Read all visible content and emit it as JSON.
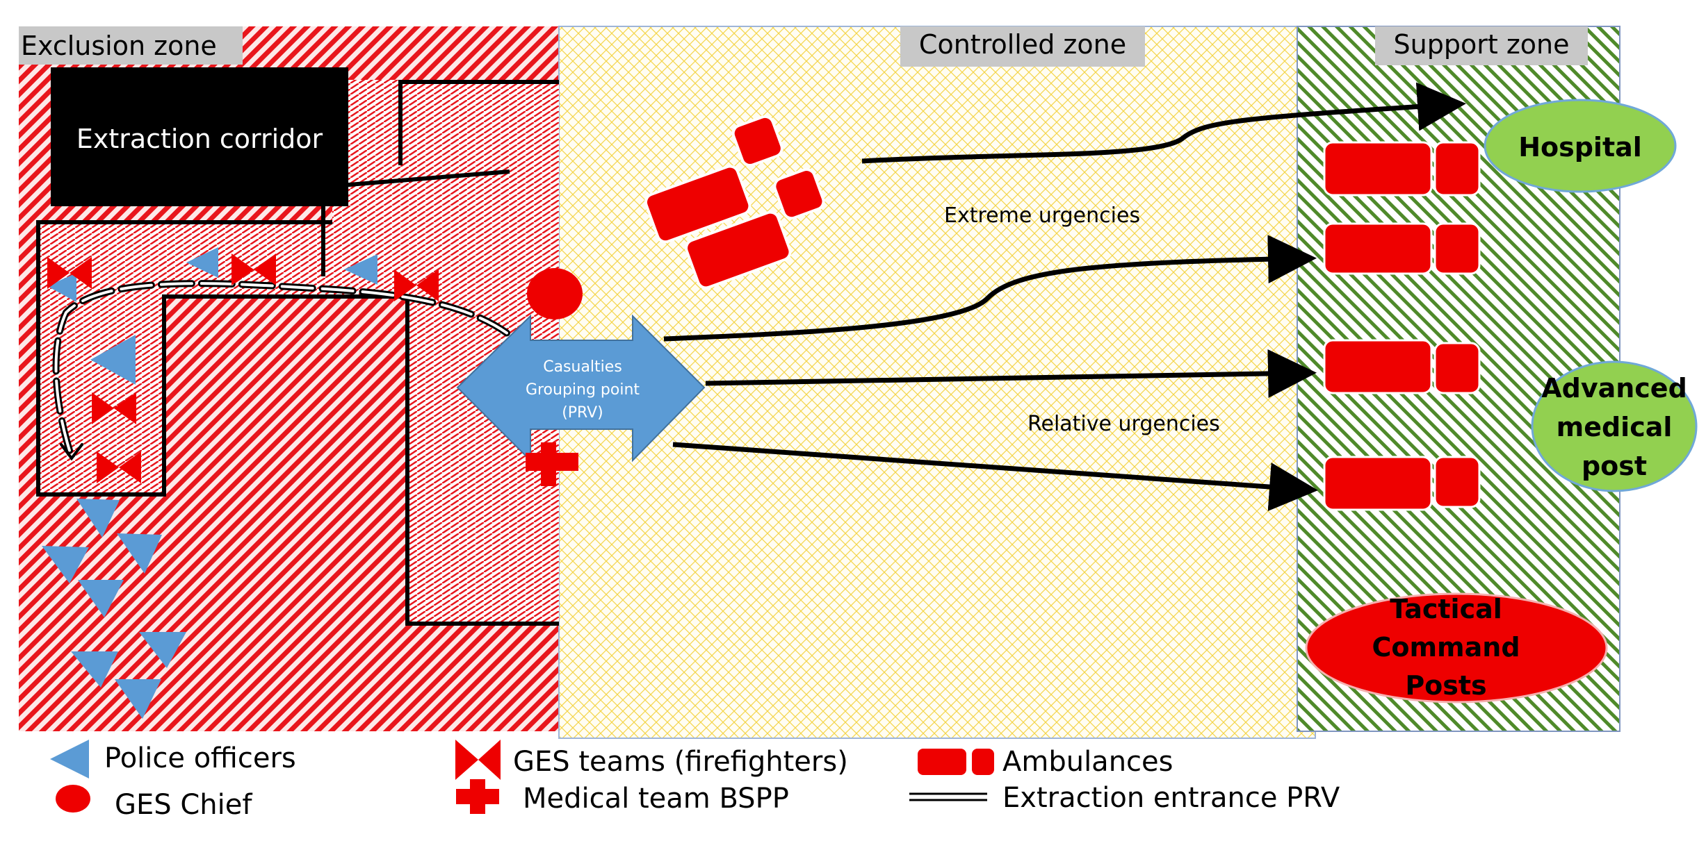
{
  "zones": {
    "exclusion": "Exclusion zone",
    "controlled": "Controlled zone",
    "support": "Support zone"
  },
  "extraction_corridor": "Extraction corridor",
  "grouping_point": {
    "line1": "Casualties",
    "line2": "Grouping point",
    "line3": "(PRV)"
  },
  "flows": {
    "extreme": "Extreme urgencies",
    "relative": "Relative urgencies"
  },
  "destinations": {
    "hospital": "Hospital",
    "amp": [
      "Advanced",
      "medical",
      "post"
    ],
    "tcp": [
      "Tactical",
      "Command",
      "Posts"
    ]
  },
  "legend": {
    "police": "Police officers",
    "ges_chief": "GES Chief",
    "ges_teams": "GES teams (firefighters)",
    "medical": "Medical team BSPP",
    "ambulances": "Ambulances",
    "extraction": "Extraction entrance PRV"
  },
  "colors": {
    "exclusion": "#e8161c",
    "controlled": "#f4d54a",
    "support": "#4f8a2a",
    "police": "#5b9bd5",
    "ges": "#ee0000",
    "destination_green": "#92d050",
    "label_bg": "#c8c8c8"
  }
}
